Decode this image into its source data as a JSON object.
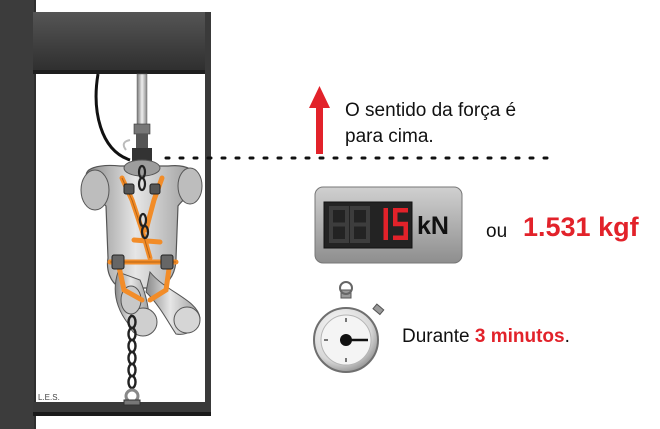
{
  "direction_note": {
    "line1": "O sentido da força é",
    "line2": "para cima."
  },
  "load_display": {
    "digits": "15",
    "unit": "kN",
    "or_label": "ou",
    "equivalent": "1.531 kgf"
  },
  "duration": {
    "prefix": "Durante ",
    "value": "3 minutos",
    "suffix": "."
  },
  "watermark": "L.E.S.",
  "colors": {
    "accent_red": "#e2222a",
    "frame_dark": "#3a3a3a",
    "harness_orange": "#f28c28",
    "display_bg": "#a8a8a8"
  },
  "icons": [
    "up-arrow-icon",
    "stopwatch-icon",
    "harness-figure",
    "digital-display"
  ]
}
